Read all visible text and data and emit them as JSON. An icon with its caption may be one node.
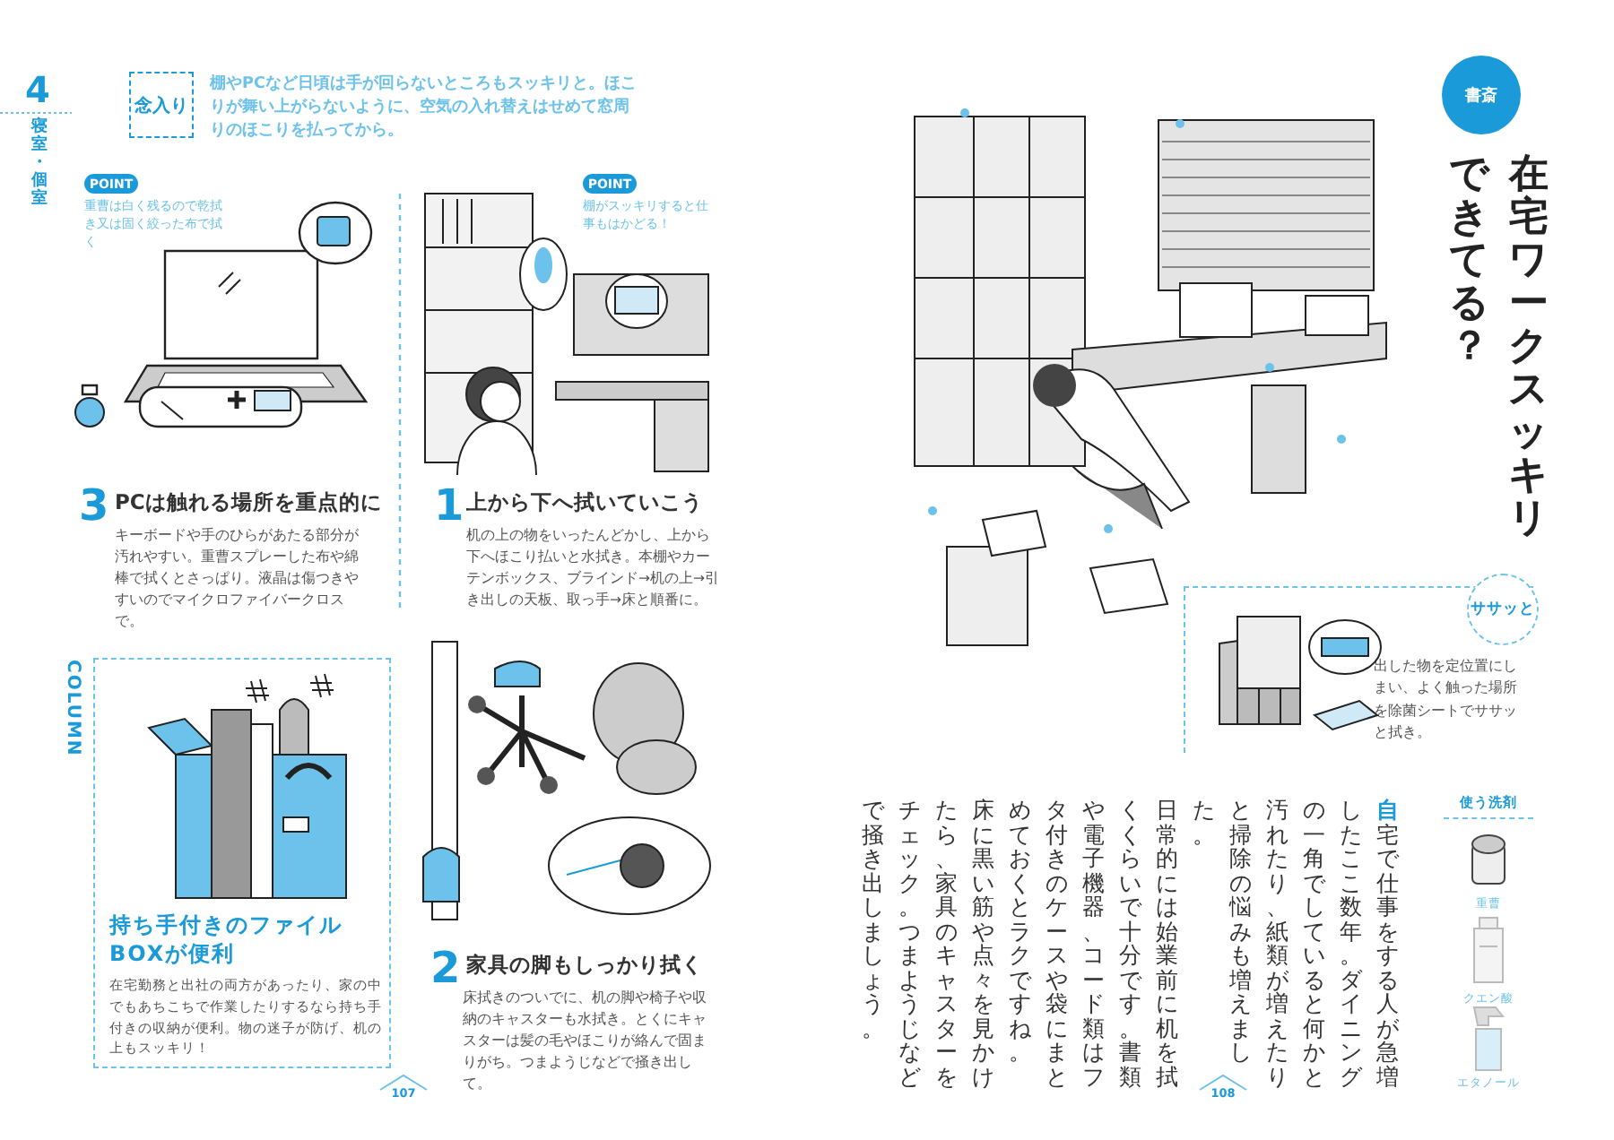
{
  "diagram": {
    "title": "在宅ワークスッキリできてる？",
    "nodes": [
      {
        "text": [
          "念入り"
        ]
      },
      {
        "text": [
          "POINT"
        ],
        "beside": [
          "重曹は白く残るので乾拭き又は固く絞った布で拭く"
        ]
      },
      {
        "text": [
          "POINT"
        ],
        "beside": [
          "棚がスッキリすると仕事もはかどる！"
        ]
      },
      {
        "text": [
          "持ち手付きのファイルBOXが便利",
          "在宅勤務と出社の両方があったり、家の中でもあちこちで作業したりするなら持ち手付きの収納が便利。物の迷子が防げ、机の上もスッキリ！"
        ]
      },
      {
        "text": [
          "書斎"
        ]
      },
      {
        "text": [
          "出した物を定位置にしまい、よく触った場所を除菌シートでササッと拭き。"
        ]
      },
      {
        "text": [
          "ササッと"
        ],
        "in": 5
      }
    ],
    "edges": [],
    "labels": [
      "4",
      "寝室・個室",
      "棚やPCなど日頃は手が回らないところもスッキリと。ほこりが舞い上がらないように、空気の入れ替えはせめて窓周りのほこりを払ってから。",
      "3",
      "PCは触れる場所を重点的に",
      "キーボードや手のひらがあたる部分が汚れやすい。重曹スプレーした布や綿棒で拭くとさっぱり。液晶は傷つきやすいのでマイクロファイバークロスで。",
      "1",
      "上から下へ拭いていこう",
      "机の上の物をいったんどかし、上から下へほこり払いと水拭き。本棚やカーテンボックス、ブラインド→机の上→引き出しの天板、取っ手→床と順番に。",
      "COLUMN",
      "2",
      "家具の脚もしっかり拭く",
      "床拭きのついでに、机の脚や椅子や収納のキャスターも水拭き。とくにキャスターは髪の毛やほこりが絡んで固まりがち。つまようじなどで掻き出して。",
      "107",
      "108",
      "自宅で仕事をする人が急増したここ数年。ダイニングの一角でしていると何かと汚れたり、紙類が増えたりと掃除の悩みも増えました。",
      "日常的には始業前に机を拭くくらいで十分です。書類や電子機器、コード類はフタ付きのケースや袋にまとめておくとラクですね。",
      "床に黒い筋や点々を見かけたら、家具のキャスターをチェック。つまようじなどで掻き出しましょう。",
      "使う洗剤",
      "重曹",
      "クエン酸",
      "エタノール"
    ]
  }
}
